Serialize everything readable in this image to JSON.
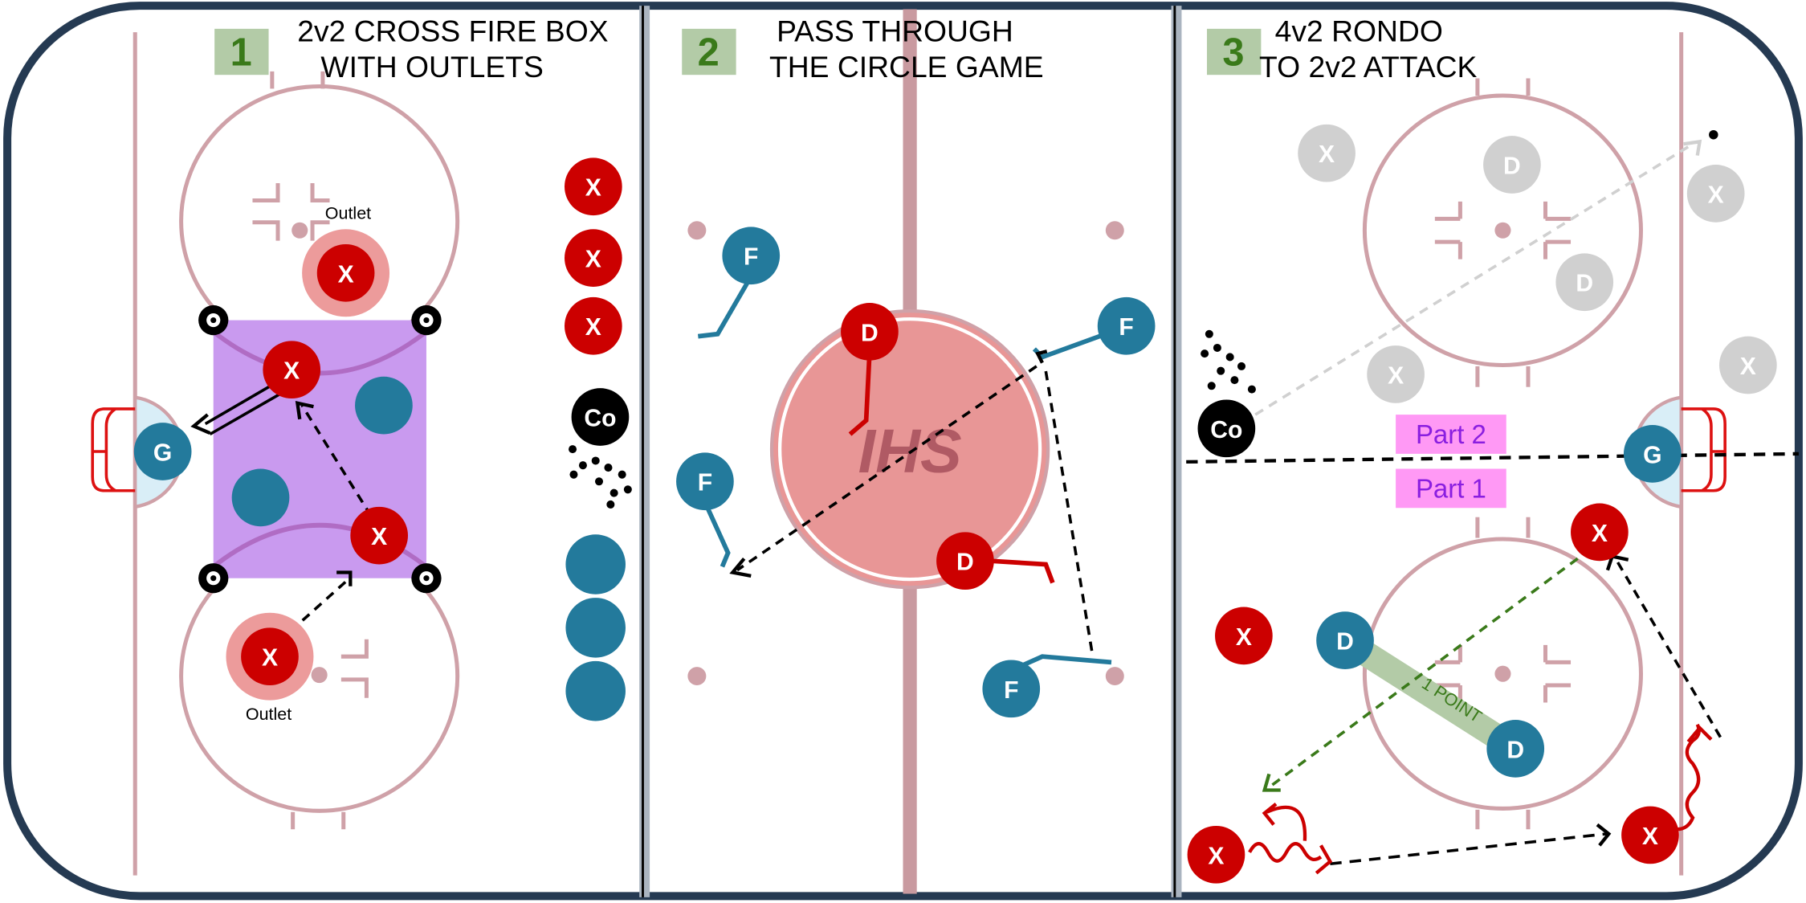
{
  "colors": {
    "red": "#cc0000",
    "teal": "#237a9c",
    "ghost": "#d0d0d0",
    "box": "#c99aef",
    "badge": "#b3cba7",
    "part": "#ff99f5",
    "border": "#253a52"
  },
  "drills": [
    {
      "number": "1",
      "title_line1": "2v2 CROSS FIRE BOX",
      "title_line2": "WITH OUTLETS",
      "outlet_label": "Outlet"
    },
    {
      "number": "2",
      "title_line1": "PASS THROUGH",
      "title_line2": "THE CIRCLE GAME",
      "logo": "IHS"
    },
    {
      "number": "3",
      "title_line1": "4v2 RONDO",
      "title_line2": "TO 2v2 ATTACK",
      "part2": "Part 2",
      "part1": "Part 1",
      "bar_label": "1 POINT"
    }
  ],
  "labels": {
    "x": "X",
    "d": "D",
    "f": "F",
    "g": "G",
    "coach": "Co"
  }
}
